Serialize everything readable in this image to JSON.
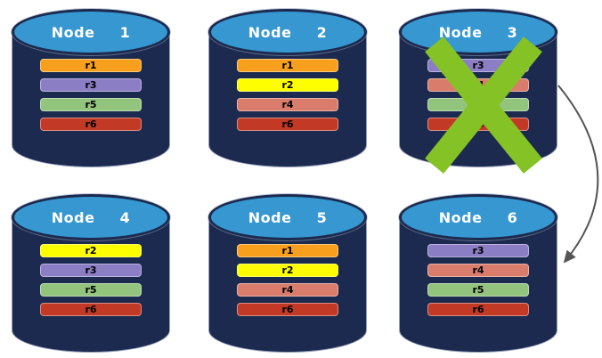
{
  "diagram": {
    "description": "replica-distribution-over-nodes-with-failed-node",
    "nodes": [
      {
        "label": "Node  1",
        "replicas": [
          "r1",
          "r3",
          "r5",
          "r6"
        ],
        "failed": false
      },
      {
        "label": "Node  2",
        "replicas": [
          "r1",
          "r2",
          "r4",
          "r6"
        ],
        "failed": false
      },
      {
        "label": "Node  3",
        "replicas": [
          "r3",
          "r4",
          "r5",
          "r6"
        ],
        "failed": true
      },
      {
        "label": "Node  4",
        "replicas": [
          "r2",
          "r3",
          "r5",
          "r6"
        ],
        "failed": false
      },
      {
        "label": "Node  5",
        "replicas": [
          "r1",
          "r2",
          "r4",
          "r6"
        ],
        "failed": false
      },
      {
        "label": "Node  6",
        "replicas": [
          "r3",
          "r4",
          "r5",
          "r6"
        ],
        "failed": false
      }
    ],
    "replica_colors": {
      "r1": "#F8A01D",
      "r2": "#FEFE00",
      "r3": "#8B7EC5",
      "r4": "#D97C6C",
      "r5": "#93C47D",
      "r6": "#C23A26"
    },
    "cylinder_colors": {
      "body": "#1B2A4E",
      "top": "#3697D1",
      "title_text": "#FFFFFF",
      "bar_text": "#000000"
    },
    "failure_mark_color": "#85C226",
    "arrow_color": "#555555"
  }
}
